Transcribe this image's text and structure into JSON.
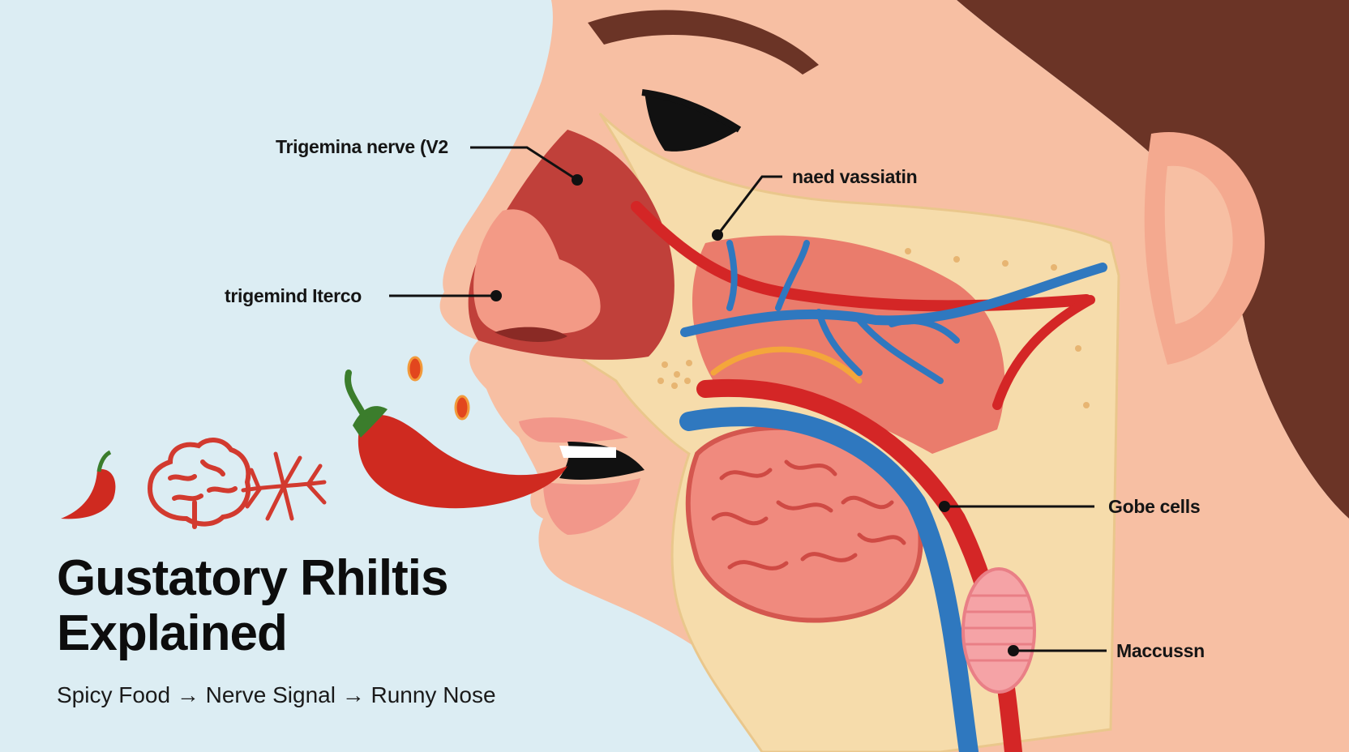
{
  "title": {
    "line1": "Gustatory Rhiltis",
    "line2": "Explained"
  },
  "subtitle": "Spicy Food → Nerve Signal → Runny Nose",
  "labels": {
    "trigeminal_v2": "Trigemina nerve (V2",
    "nasal_vasodilation": "naed vassiatin",
    "trigeminal_receptor": "trigemind Iterco",
    "goblet_cells": "Gobe cells",
    "mucus": "Maccussn"
  },
  "icons": [
    "chili-pepper-icon",
    "brain-icon",
    "nerve-icon"
  ],
  "colors": {
    "background": "#dcedf3",
    "skin": "#f7bfa3",
    "hair": "#6b3426",
    "artery": "#d42626",
    "vein": "#2f78bf",
    "bone": "#f6dcab",
    "mucosa": "#c0403a"
  }
}
